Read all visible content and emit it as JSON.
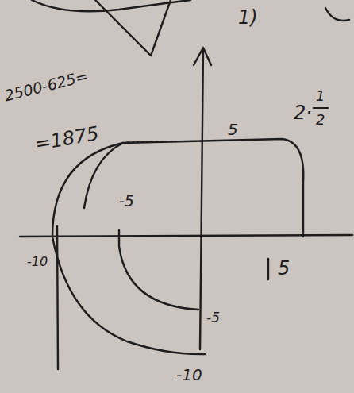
{
  "diagram": {
    "labels": [
      "2500-625=",
      "=1875",
      "5",
      "-5",
      "-10",
      "5",
      "-5",
      "-10",
      "1)",
      "2·",
      "1",
      "2"
    ]
  }
}
